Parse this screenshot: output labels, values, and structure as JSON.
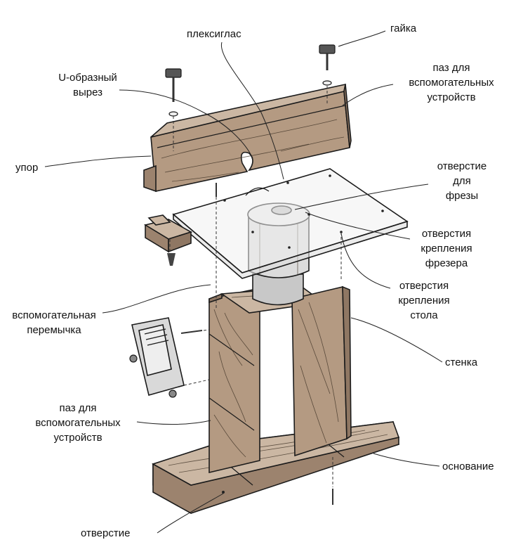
{
  "colors": {
    "wood_face": "#b49a82",
    "wood_light": "#cbb7a3",
    "wood_dark": "#8f7763",
    "plexiglass": "#f1f1f1",
    "router_body": "#d2d2d2",
    "line": "#1b1b1b"
  },
  "labels": {
    "plexiglass": "плексиглас",
    "nut": "гайка",
    "u_cutout_line1": "U-образный",
    "u_cutout_line2": "вырез",
    "fence_slot_line1": "паз для",
    "fence_slot_line2": "вспомогательных",
    "fence_slot_line3": "устройств",
    "fence": "упор",
    "cutter_hole_line1": "отверстие",
    "cutter_hole_line2": "для",
    "cutter_hole_line3": "фрезы",
    "router_mount_line1": "отверстия",
    "router_mount_line2": "крепления",
    "router_mount_line3": "фрезера",
    "table_mount_line1": "отверстия",
    "table_mount_line2": "крепления",
    "table_mount_line3": "стола",
    "aux_bridge_line1": "вспомогательная",
    "aux_bridge_line2": "перемычка",
    "wall": "стенка",
    "side_slot_line1": "паз для",
    "side_slot_line2": "вспомогательных",
    "side_slot_line3": "устройств",
    "base": "основание",
    "hole": "отверстие"
  }
}
